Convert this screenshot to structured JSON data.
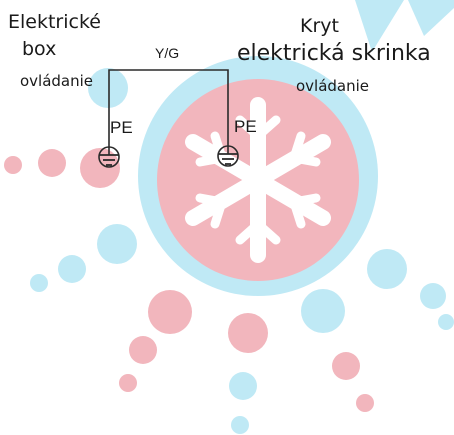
{
  "diagram": {
    "left_unit": {
      "title_line1": "Elektrické",
      "title_line2": "box",
      "subtitle": "ovládanie",
      "ground_label": "PE"
    },
    "right_unit": {
      "title_line1": "Kryt",
      "title_line2": "elektrická skrinka",
      "subtitle": "ovládanie",
      "ground_label": "PE"
    },
    "wire_label": "Y/G"
  },
  "colors": {
    "wire": "#2a2a2a",
    "text": "#1a1a1a",
    "watermark_blue": "#bfe9f5",
    "watermark_pink": "#f2b6bd",
    "snowflake": "#ffffff"
  },
  "icons": {
    "ground": "ground-symbol-icon",
    "watermark": "snowflake-watermark-icon"
  }
}
